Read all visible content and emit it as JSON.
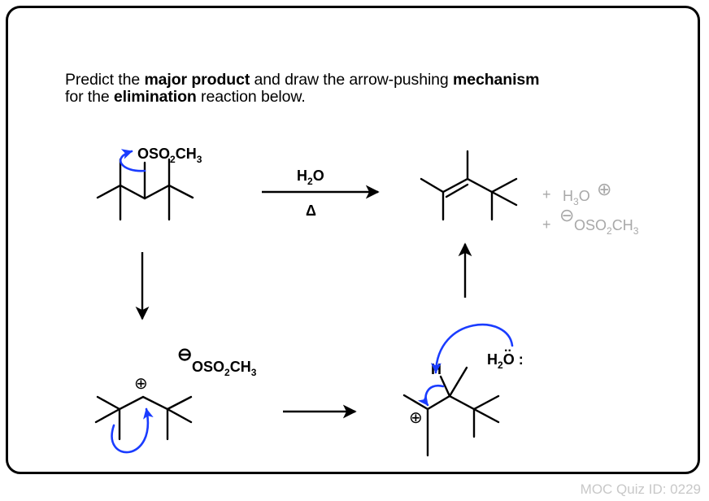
{
  "prompt": {
    "l1_a": "Predict the ",
    "l1_b": "major product",
    "l1_c": " and draw the arrow-pushing ",
    "l1_d": "mechanism",
    "l2_a": "for the ",
    "l2_b": "elimination",
    "l2_c": " reaction below."
  },
  "conditions": {
    "reagent_H": "H",
    "reagent_sub": "2",
    "reagent_O": "O",
    "heat": "Δ"
  },
  "leaving_group": {
    "O_S": "OSO",
    "sub2": "2",
    "CH": "CH",
    "sub3": "3"
  },
  "anion": {
    "minus": "⊖",
    "O_S": "OSO",
    "sub2": "2",
    "CH": "CH",
    "sub3": "3"
  },
  "byproducts": {
    "plus1": "+",
    "H": "H",
    "sub3": "3",
    "O": "O",
    "cation": "⊕",
    "plus2": "+",
    "anion": "⊖",
    "O_S": "OSO",
    "sub2": "2",
    "CH": "CH",
    "sub3b": "3"
  },
  "cation_charge": "⊕",
  "base": {
    "H": "H",
    "sub": "2",
    "O": "O",
    "lone_pair": ":",
    "dots": ".."
  },
  "h_label": "H",
  "quiz_id": "MOC Quiz ID: 0229",
  "colors": {
    "arrow_blue": "#1a3cff",
    "byproduct_gray": "#a8a8a8",
    "quiz_gray": "#c8c8c8"
  }
}
